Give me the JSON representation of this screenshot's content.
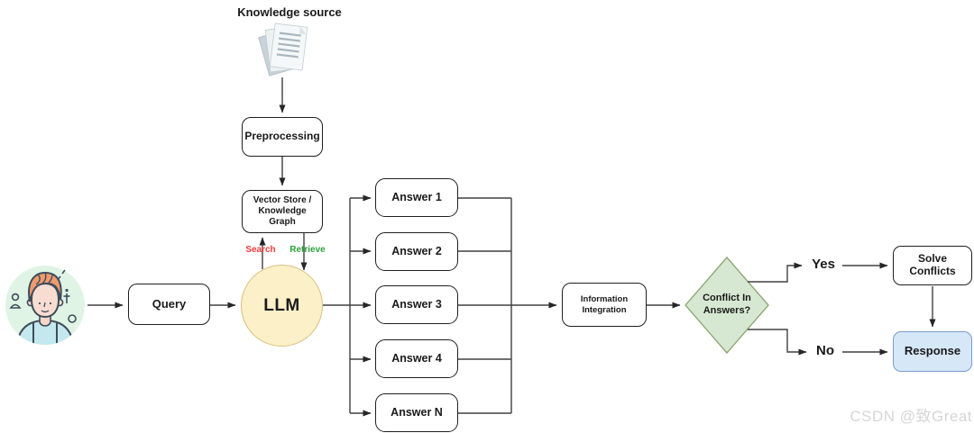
{
  "labels": {
    "knowledge_source": "Knowledge source",
    "search": "Search",
    "retrieve": "Retrieve",
    "yes": "Yes",
    "no": "No",
    "watermark": "CSDN @致Great"
  },
  "nodes": {
    "query": "Query",
    "preprocessing": "Preprocessing",
    "vector_store_line1": "Vector Store /",
    "vector_store_line2": "Knowledge",
    "vector_store_line3": "Graph",
    "llm": "LLM",
    "info_integration_line1": "Information",
    "info_integration_line2": "Integration",
    "conflict_line1": "Conflict In",
    "conflict_line2": "Answers?",
    "solve_conflicts": "Solve Conflicts",
    "response": "Response"
  },
  "answers": [
    "Answer 1",
    "Answer 2",
    "Answer 3",
    "Answer 4",
    "Answer N"
  ],
  "icons": {
    "knowledge_source": "documents-stack-icon",
    "user": "user-avatar-icon"
  },
  "colors": {
    "llm_fill": "#FCF0C8",
    "llm_border": "#D8C07E",
    "diamond_fill": "#D7E8D2",
    "diamond_border": "#8FA878",
    "response_fill": "#D6E7F8",
    "response_border": "#7B9CC9",
    "search_label": "#F03B3B",
    "retrieve_label": "#2FA33C",
    "connector": "#404040",
    "watermark": "#D6D6D6",
    "avatar_background": "#E0F4E6"
  }
}
